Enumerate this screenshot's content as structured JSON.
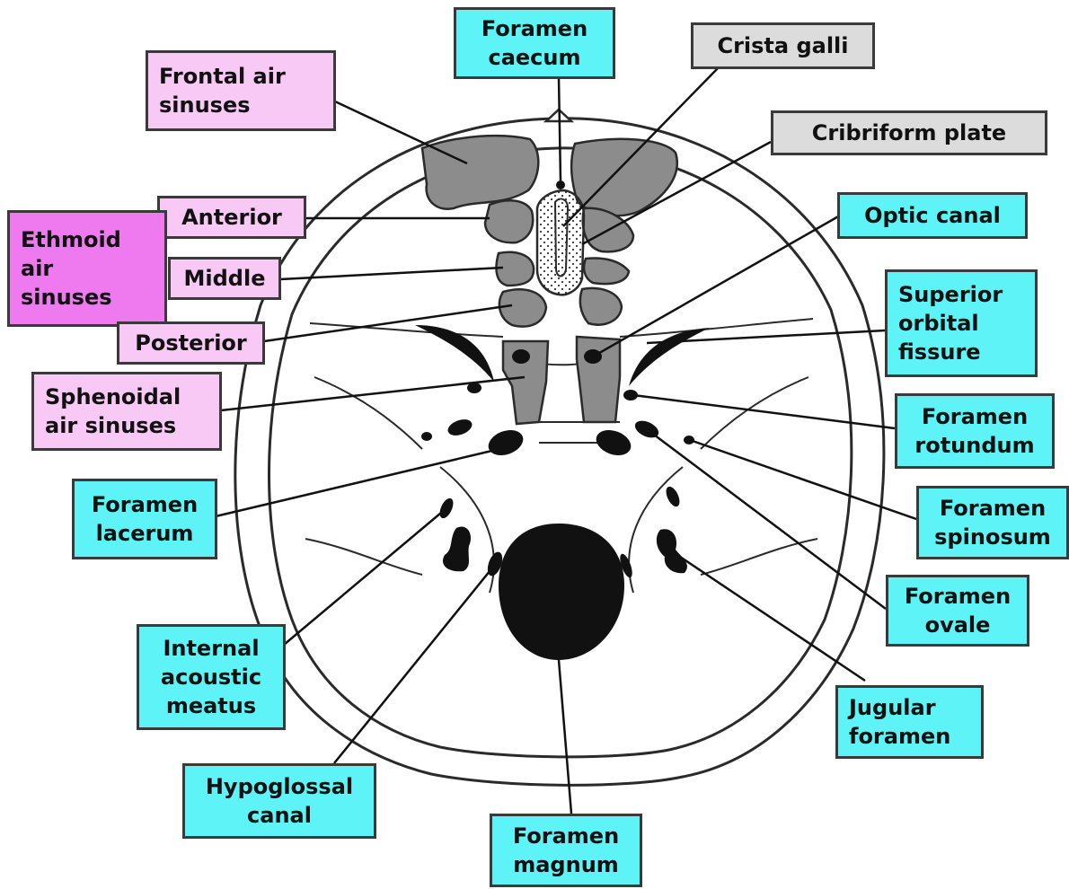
{
  "colors": {
    "foramen_box": "#5ef3f6",
    "sinus_box": "#f7c9f4",
    "ethmoid_box": "#ef7af0",
    "bone_box": "#dcdcdc",
    "sinus_fill": "#8c8c8c",
    "outline": "#2a2a2a"
  },
  "labels": {
    "foramen_caecum": "Foramen\ncaecum",
    "crista_galli": "Crista galli",
    "frontal_air_sinuses": "Frontal air\nsinuses",
    "cribriform_plate": "Cribriform plate",
    "anterior": "Anterior",
    "ethmoid_air_sinuses": "Ethmoid\nair\nsinuses",
    "optic_canal": "Optic canal",
    "middle": "Middle",
    "superior_orbital_fissure": "Superior\norbital\nfissure",
    "posterior": "Posterior",
    "sphenoidal_air_sinuses": "Sphenoidal\nair sinuses",
    "foramen_rotundum": "Foramen\nrotundum",
    "foramen_lacerum": "Foramen\nlacerum",
    "foramen_spinosum": "Foramen\nspinosum",
    "foramen_ovale": "Foramen\novale",
    "internal_acoustic_meatus": "Internal\nacoustic\nmeatus",
    "jugular_foramen": "Jugular\nforamen",
    "hypoglossal_canal": "Hypoglossal\ncanal",
    "foramen_magnum": "Foramen\nmagnum"
  }
}
